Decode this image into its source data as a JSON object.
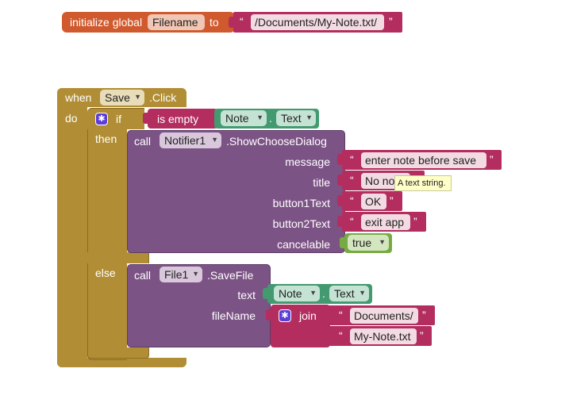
{
  "colors": {
    "variables": "#d05a2e",
    "text": "#b32d5e",
    "control": "#b18e35",
    "component_call": "#7c5385",
    "component_prop": "#439970",
    "logic": "#77ab41",
    "dropdown_bg": "#f2dbe2",
    "tooltip_bg": "#ffffc8"
  },
  "global_var": {
    "prefix": "initialize global",
    "name": "Filename",
    "to": "to",
    "value": "/Documents/My-Note.txt/"
  },
  "event": {
    "when": "when",
    "component": "Save",
    "event_name": ".Click",
    "do": "do"
  },
  "if_block": {
    "if": "if",
    "then": "then",
    "else": "else",
    "condition": "is empty",
    "cond_component": "Note",
    "cond_dot": ".",
    "cond_property": "Text"
  },
  "notifier_call": {
    "call": "call",
    "component": "Notifier1",
    "method": ".ShowChooseDialog",
    "params": {
      "message": "message",
      "title": "title",
      "button1Text": "button1Text",
      "button2Text": "button2Text",
      "cancelable": "cancelable"
    },
    "values": {
      "message": "enter note before save",
      "title": "No no",
      "button1Text": "OK",
      "button2Text": "exit app",
      "cancelable": "true"
    }
  },
  "tooltip": "A text string.",
  "file_call": {
    "call": "call",
    "component": "File1",
    "method": ".SaveFile",
    "params": {
      "text": "text",
      "fileName": "fileName"
    },
    "text_component": "Note",
    "text_dot": ".",
    "text_property": "Text",
    "join": "join",
    "join_items": [
      "Documents/",
      "My-Note.txt"
    ]
  },
  "quote_open": "“",
  "quote_close": "”",
  "icons": {
    "mutator": "gear-icon",
    "dropdown": "chevron-down-icon"
  }
}
